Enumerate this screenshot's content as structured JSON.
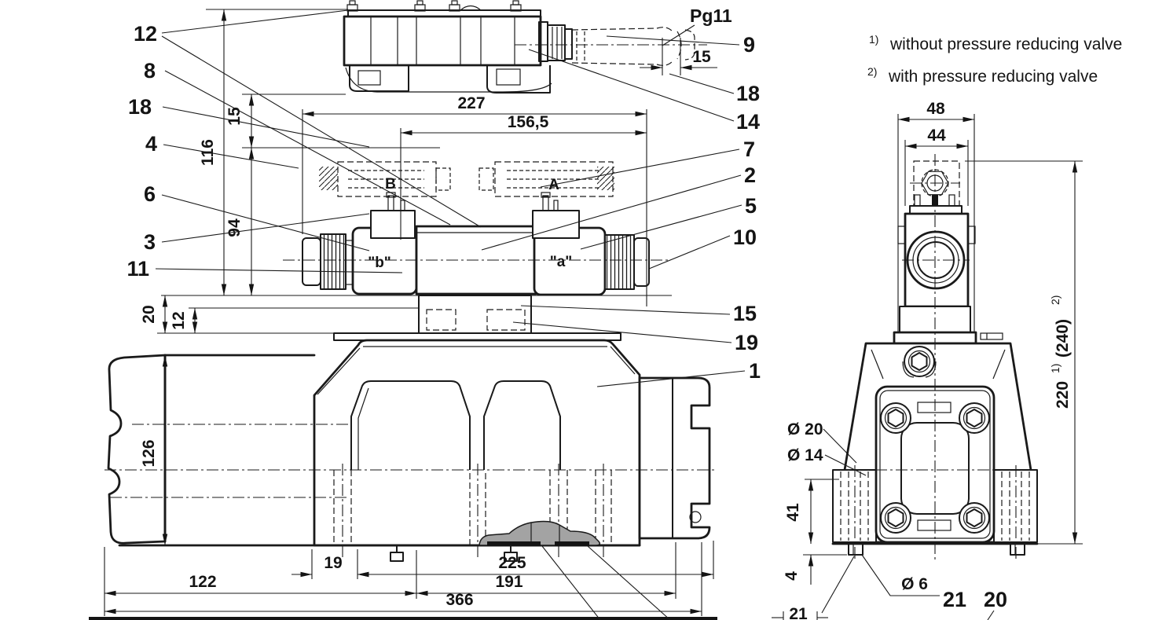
{
  "notes": {
    "n1_sup": "1)",
    "n1": "without pressure reducing valve",
    "n2_sup": "2)",
    "n2": "with pressure reducing valve"
  },
  "front": {
    "dim_227": "227",
    "dim_156_5": "156,5",
    "dim_15_gland": "15",
    "dim_116": "116",
    "dim_15": "15",
    "dim_94": "94",
    "dim_20": "20",
    "dim_12": "12",
    "dim_126": "126",
    "dim_19": "19",
    "dim_122": "122",
    "dim_191": "191",
    "dim_225": "225",
    "dim_366": "366",
    "label_pg11": "Pg11",
    "port_b": "B",
    "port_a": "A",
    "sol_b": "\"b\"",
    "sol_a": "\"a\""
  },
  "side": {
    "dim_48": "48",
    "dim_44": "44",
    "dim_220": "220",
    "sup_1": "1)",
    "dim_240": "(240)",
    "sup_2": "2)",
    "dia_20": "Ø 20",
    "dia_14": "Ø 14",
    "dim_41": "41",
    "dim_4": "4",
    "dia_6": "Ø 6",
    "dim_21": "21"
  },
  "callouts": {
    "c1": "1",
    "c2": "2",
    "c3": "3",
    "c4": "4",
    "c5": "5",
    "c6": "6",
    "c7": "7",
    "c8": "8",
    "c9": "9",
    "c10": "10",
    "c11": "11",
    "c12": "12",
    "c14": "14",
    "c15": "15",
    "c18": "18",
    "c19": "19",
    "c20": "20",
    "c21": "21"
  }
}
